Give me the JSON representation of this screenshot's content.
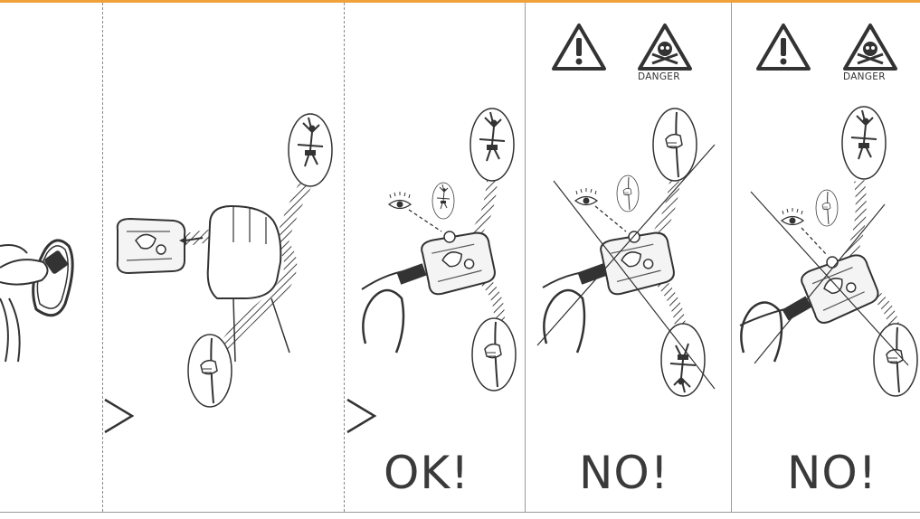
{
  "panels": [
    {
      "id": "p1",
      "verdict": ""
    },
    {
      "id": "p2",
      "verdict": ""
    },
    {
      "id": "p3",
      "verdict": "OK!"
    },
    {
      "id": "p4",
      "verdict": "NO!",
      "danger_label": "DANGER"
    },
    {
      "id": "p5",
      "verdict": "NO!",
      "danger_label": "DANGER"
    }
  ],
  "icons": [
    "carabiner-icon",
    "belay-device-icon",
    "hand-icon",
    "climber-icon",
    "eye-icon",
    "warning-icon",
    "skull-danger-icon",
    "arrow-right-icon",
    "chevron-right-icon",
    "cross-out-icon"
  ],
  "colors": {
    "accent": "#f0a23a",
    "ink": "#3a3a3a",
    "divider": "#9a9a9a"
  }
}
